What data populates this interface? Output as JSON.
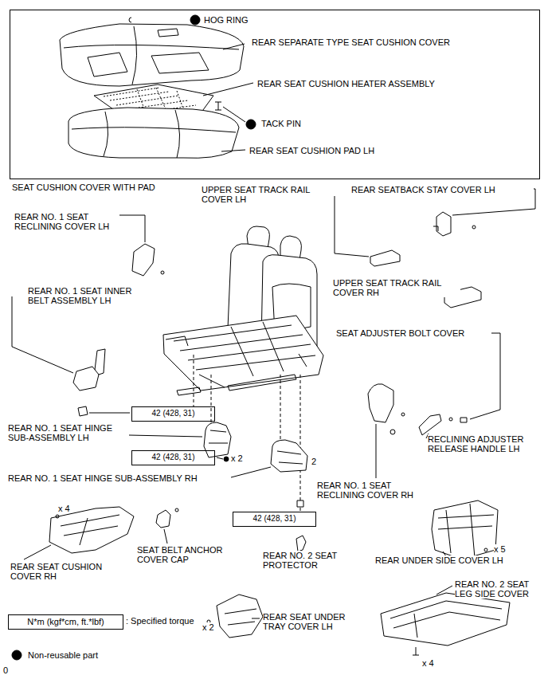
{
  "diagram": {
    "nodes": [
      {
        "text": [
          "SEAT CUSHION COVER WITH PAD"
        ]
      },
      {
        "text": [
          "42 (428, 31)"
        ]
      },
      {
        "text": [
          "42 (428, 31)"
        ]
      },
      {
        "text": [
          "42 (428, 31)"
        ]
      },
      {
        "text": [
          "N*m (kgf*cm, ft.*lbf)"
        ]
      }
    ],
    "labels": [
      "HOG RING",
      "REAR SEPARATE TYPE SEAT CUSHION COVER",
      "REAR SEAT CUSHION HEATER ASSEMBLY",
      "TACK PIN",
      "REAR SEAT CUSHION PAD LH",
      "UPPER SEAT TRACK RAIL COVER LH",
      "REAR SEATBACK STAY COVER LH",
      "REAR NO. 1 SEAT RECLINING COVER LH",
      "REAR NO. 1 SEAT INNER BELT ASSEMBLY LH",
      "UPPER SEAT TRACK RAIL COVER RH",
      "SEAT ADJUSTER BOLT COVER",
      "REAR NO. 1 SEAT HINGE SUB-ASSEMBLY LH",
      "x 2",
      "2",
      "REAR NO. 1 SEAT HINGE SUB-ASSEMBLY RH",
      "RECLINING ADJUSTER RELEASE HANDLE LH",
      "REAR NO. 1 SEAT RECLINING COVER RH",
      "x 4",
      "REAR SEAT CUSHION COVER RH",
      "SEAT BELT ANCHOR COVER CAP",
      "REAR NO. 2 SEAT PROTECTOR",
      "REAR UNDER SIDE COVER LH",
      "x 5",
      ": Specified torque",
      "REAR SEAT UNDER TRAY COVER LH",
      "x 2",
      "REAR NO. 2 SEAT LEG SIDE COVER",
      "x 4",
      "0"
    ],
    "legend": [
      {
        "text": "Non-reusable part"
      }
    ]
  }
}
